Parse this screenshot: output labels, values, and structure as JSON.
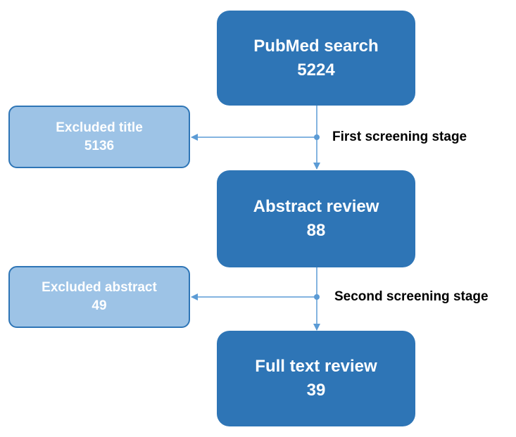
{
  "colors": {
    "primary_box": "#2e75b6",
    "excluded_box": "#9dc3e6",
    "connector": "#5b9bd5",
    "text_on_box": "#ffffff",
    "stage_text": "#000000"
  },
  "steps": [
    {
      "title": "PubMed search",
      "count": "5224"
    },
    {
      "title": "Abstract review",
      "count": "88"
    },
    {
      "title": "Full text review",
      "count": "39"
    }
  ],
  "exclusions": [
    {
      "title": "Excluded title",
      "count": "5136"
    },
    {
      "title": "Excluded abstract",
      "count": "49"
    }
  ],
  "stages": [
    {
      "label": "First screening stage"
    },
    {
      "label": "Second screening stage"
    }
  ]
}
